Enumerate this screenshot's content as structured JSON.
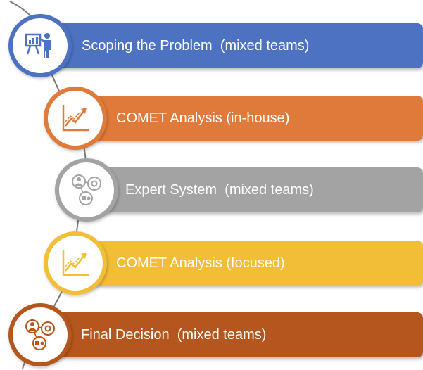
{
  "steps": [
    {
      "label": "Scoping the Problem  (mixed teams)",
      "color": "#4D72C1",
      "icon": "presenter-board-icon"
    },
    {
      "label": "COMET Analysis (in-house)",
      "color": "#E07A3A",
      "icon": "rising-chart-icon"
    },
    {
      "label": "Expert System  (mixed teams)",
      "color": "#A3A3A3",
      "icon": "expert-system-icon"
    },
    {
      "label": "COMET Analysis (focused)",
      "color": "#F1BE35",
      "icon": "rising-chart-icon"
    },
    {
      "label": "Final Decision  (mixed teams)",
      "color": "#B5561F",
      "icon": "expert-system-icon"
    }
  ]
}
